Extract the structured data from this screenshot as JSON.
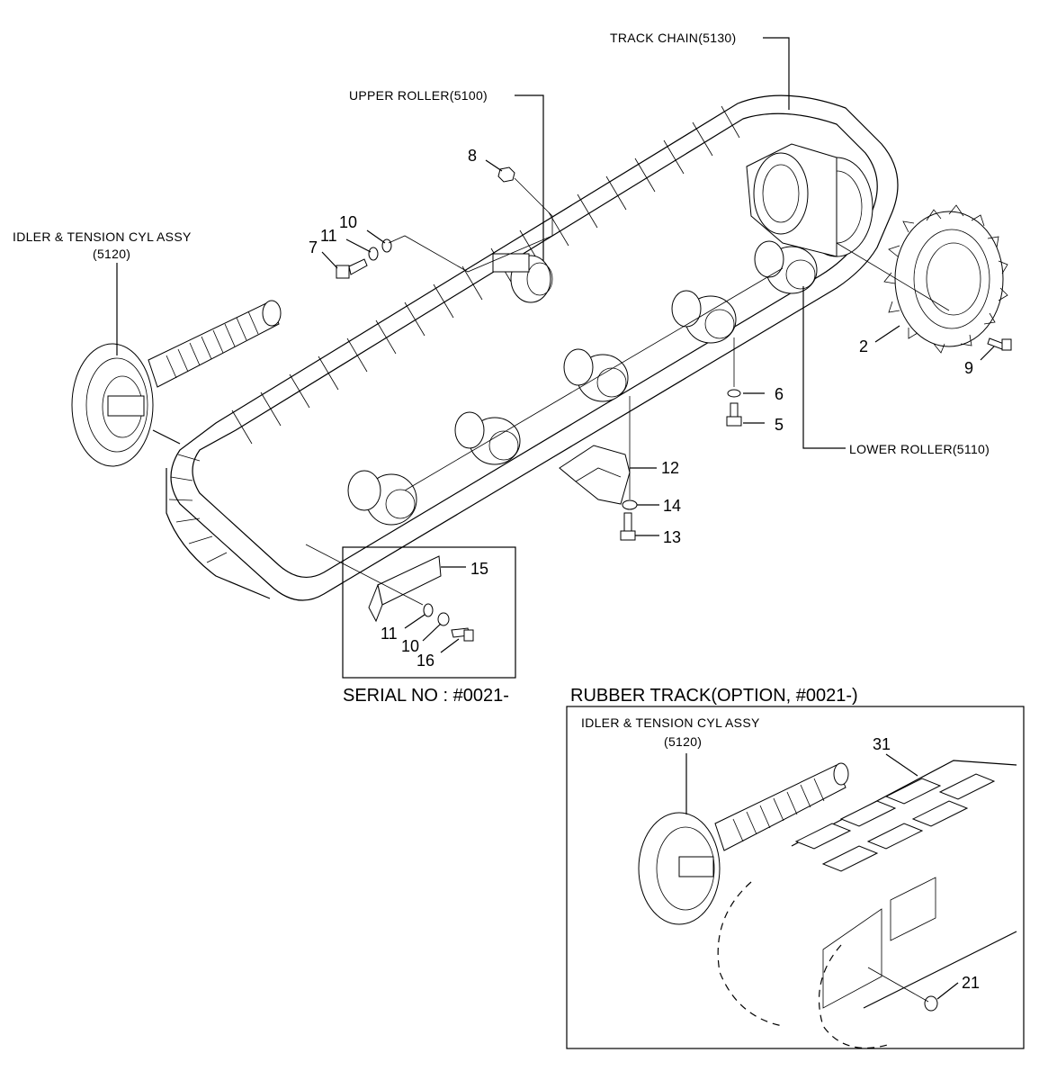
{
  "labels": {
    "track_chain": "TRACK CHAIN(5130)",
    "upper_roller": "UPPER ROLLER(5100)",
    "idler_assy": "IDLER & TENSION CYL ASSY",
    "idler_assy_code": "(5120)",
    "lower_roller": "LOWER ROLLER(5110)",
    "serial_no": "SERIAL NO : #0021-",
    "rubber_track": "RUBBER TRACK(OPTION, #0021-)",
    "inset_idler_assy": "IDLER & TENSION CYL ASSY",
    "inset_idler_assy_code": "(5120)"
  },
  "part_numbers": {
    "p8": "8",
    "p10a": "10",
    "p11a": "11",
    "p7": "7",
    "p2": "2",
    "p9": "9",
    "p6": "6",
    "p5": "5",
    "p12": "12",
    "p14": "14",
    "p13": "13",
    "p15": "15",
    "p11b": "11",
    "p10b": "10",
    "p16": "16",
    "p31": "31",
    "p21": "21"
  }
}
